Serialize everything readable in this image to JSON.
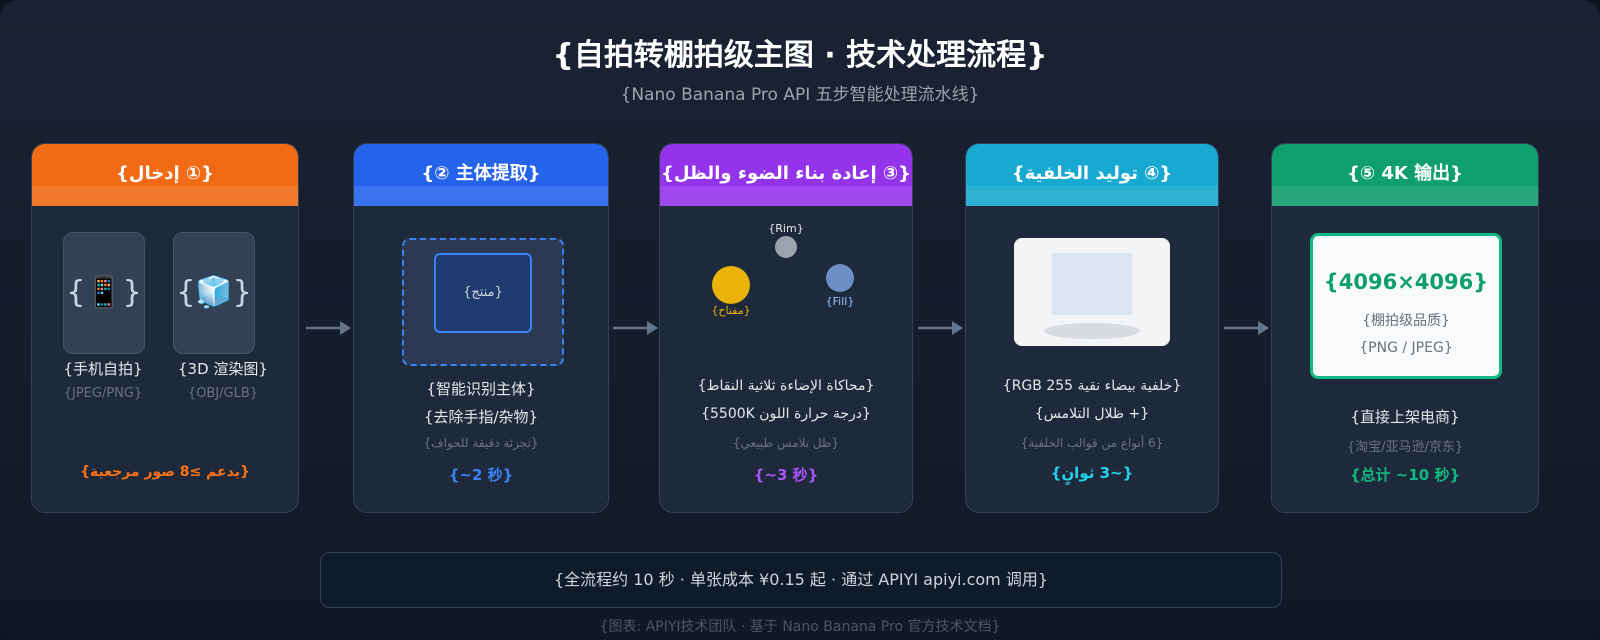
{
  "title": "{自拍转棚拍级主图 · 技术处理流程}",
  "subtitle": "{Nano Banana Pro API 五步智能处理流水线}",
  "colors": {
    "input": "#f97316",
    "extract": "#3b82f6",
    "relight": "#a855f7",
    "background": "#22b8d6",
    "output": "#10b981",
    "arrow": "#64748b"
  },
  "steps": [
    {
      "header": "{① إدخال}",
      "icons": [
        "phone-icon",
        "cube-icon"
      ],
      "devices": [
        {
          "glyph": "{📱}",
          "label": "{手机自拍}",
          "format": "{JPEG/PNG}"
        },
        {
          "glyph": "{🧊}",
          "label": "{3D 渲染图}",
          "format": "{OBJ/GLB}"
        }
      ],
      "note": "{يدعم ≥8 صور مرجعية}"
    },
    {
      "header": "{② 主体提取}",
      "product_label": "{منتج}",
      "line1": "{智能识别主体}",
      "line2": "{去除手指/杂物}",
      "detail": "{تجزئة دقيقة للحواف}",
      "time": "{~2 秒}"
    },
    {
      "header": "{③ إعادة بناء الضوء والظل}",
      "lights": {
        "rim": "{Rim}",
        "key": "{مفتاح}",
        "fill": "{Fill}"
      },
      "line1": "{محاكاة الإضاءة ثلاثية النقاط}",
      "line2": "{درجة حرارة اللون 5500K}",
      "detail": "{ظل تلامس طبيعي}",
      "time": "{~3 秒}"
    },
    {
      "header": "{④ توليد الخلفية}",
      "line1": "{خلفية بيضاء نقية RGB 255}",
      "line2": "{+ ظلال التلامس}",
      "detail": "{6 أنواع من قوالب الخلفية}",
      "time": "{~3 ثوانٍ}"
    },
    {
      "header": "{⑤ 4K 输出}",
      "resolution": "{4096×4096}",
      "quality": "{棚拍级品质}",
      "formats": "{PNG / JPEG}",
      "line1": "{直接上架电商}",
      "detail": "{淘宝/亚马逊/京东}",
      "time": "{总计 ~10 秒}"
    }
  ],
  "footer": "{全流程约 10 秒 · 单张成本 ¥0.15 起 · 通过 APIYI apiyi.com 调用}",
  "credit": "{图表: APIYI技术团队 · 基于 Nano Banana Pro 官方技术文档}"
}
